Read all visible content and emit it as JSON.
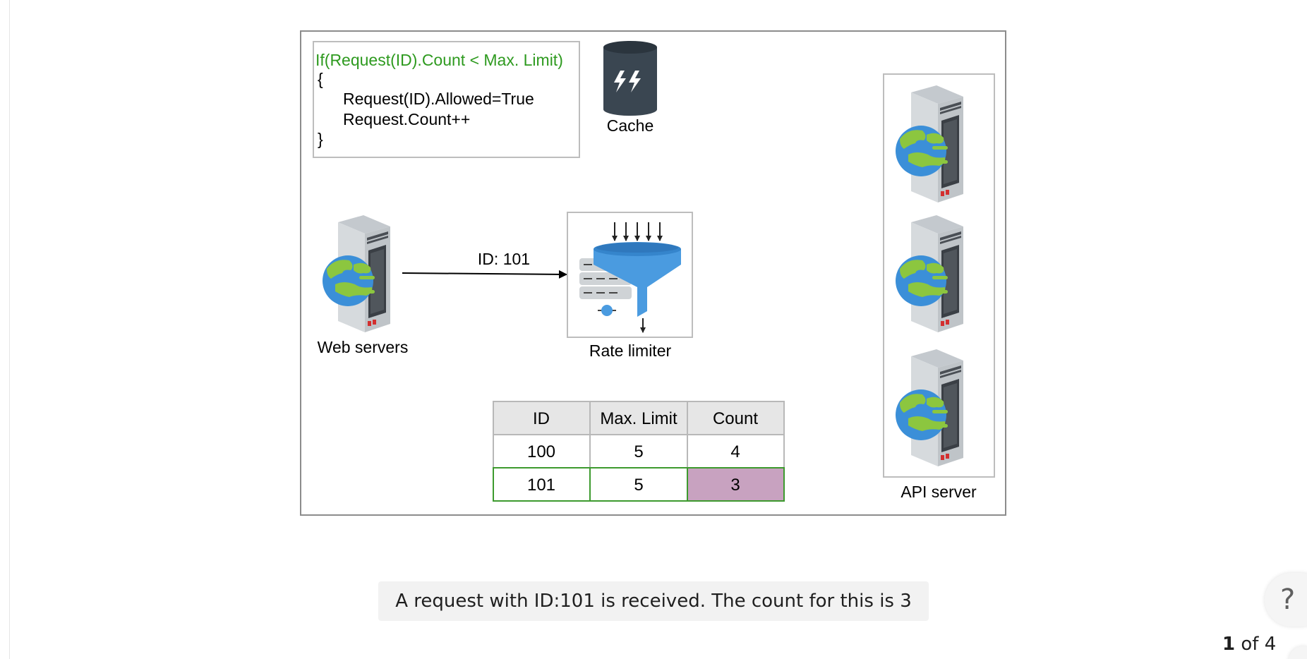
{
  "code": {
    "condition": "If(Request(ID).Count < Max. Limit)",
    "open_brace": "{",
    "line1": "Request(ID).Allowed=True",
    "line2": "Request.Count++",
    "close_brace": "}"
  },
  "colors": {
    "condition_green": "#2e9a1f",
    "highlight_cell": "#c8a2c0",
    "row_border_green": "#3d9a2e",
    "header_bg": "#e6e6e6",
    "cache_body": "#3a4651"
  },
  "nodes": {
    "cache": "Cache",
    "web_servers": "Web servers",
    "rate_limiter": "Rate limiter",
    "api_server": "API server"
  },
  "edges": {
    "request_label": "ID: 101"
  },
  "icons": {
    "cache": "database-lightning-icon",
    "web_server": "web-server-globe-icon",
    "rate_limiter": "funnel-filter-icon",
    "api_server": "web-server-globe-icon"
  },
  "table": {
    "headers": [
      "ID",
      "Max. Limit",
      "Count"
    ],
    "rows": [
      [
        "100",
        "5",
        "4"
      ],
      [
        "101",
        "5",
        "3"
      ]
    ],
    "highlighted_row": 1,
    "highlighted_col": 2
  },
  "caption": "A request with ID:101 is received. The count for this is 3",
  "help": "?",
  "pager": {
    "current": "1",
    "separator": "of",
    "total": "4"
  }
}
